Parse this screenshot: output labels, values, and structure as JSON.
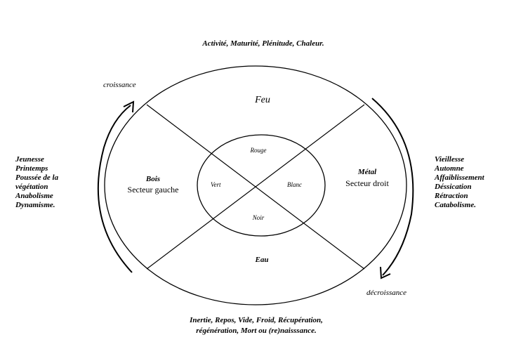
{
  "top_text": "Activité, Maturité, Plénitude, Chaleur.",
  "bottom_text": {
    "line1": "Inertie, Repos, Vide, Froid, Récupération,",
    "line2": "régénération, Mort ou (re)naisssance."
  },
  "growth_label": "croissance",
  "decline_label": "décroissance",
  "left_list": [
    "Jeunesse",
    "Printemps",
    "Poussée de la",
    "végétation",
    "Anabolisme",
    "Dynamisme."
  ],
  "right_list": [
    "Vieillesse",
    "Automne",
    "Affaiblissement",
    "Déssication",
    "Rétraction",
    "Catabolisme."
  ],
  "outer": {
    "top": "Feu",
    "bottom": "Eau",
    "left_title": "Bois",
    "left_sub": "Secteur gauche",
    "right_title": "Métal",
    "right_sub": "Secteur droit"
  },
  "inner": {
    "top": "Rouge",
    "left": "Vert",
    "right": "Blanc",
    "bottom": "Noir"
  }
}
